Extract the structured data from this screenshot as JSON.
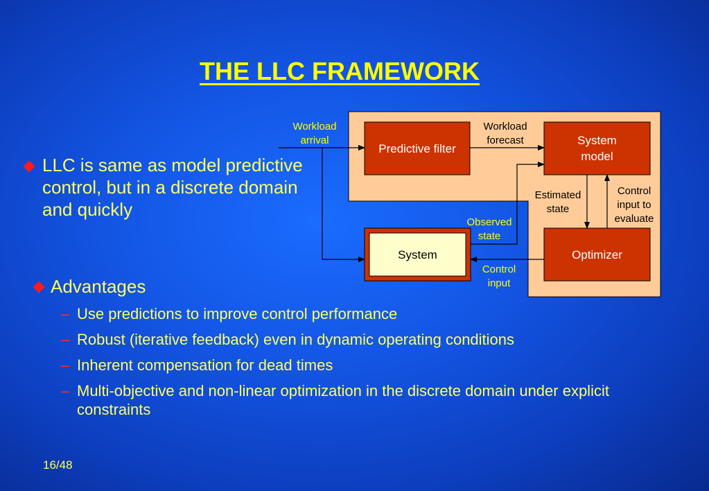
{
  "slide": {
    "title": "THE LLC FRAMEWORK",
    "main_bullet": "LLC is same as model predictive control, but in a discrete domain and quickly",
    "advantages": {
      "heading": "Advantages",
      "items": [
        "Use predictions to improve control performance",
        "Robust (iterative feedback) even in dynamic operating conditions",
        "Inherent compensation for dead times",
        "Multi-objective and non-linear optimization in the discrete domain under explicit constraints"
      ]
    },
    "page_number": "16/48"
  },
  "diagram": {
    "boxes": {
      "predictive_filter": "Predictive filter",
      "system_model": "System model",
      "optimizer": "Optimizer",
      "system": "System"
    },
    "labels": {
      "workload_arrival": "Workload arrival",
      "workload_forecast": "Workload forecast",
      "estimated_state": "Estimated state",
      "control_input_to_evaluate": "Control input to evaluate",
      "observed_state": "Observed state",
      "control_input": "Control input"
    },
    "colors": {
      "panel": "#ffcc99",
      "box": "#cc3300",
      "system_box": "#ffffcc",
      "text_dark": "#000000",
      "text_light": "#ffff00",
      "dash": "#ff2a2a"
    }
  }
}
